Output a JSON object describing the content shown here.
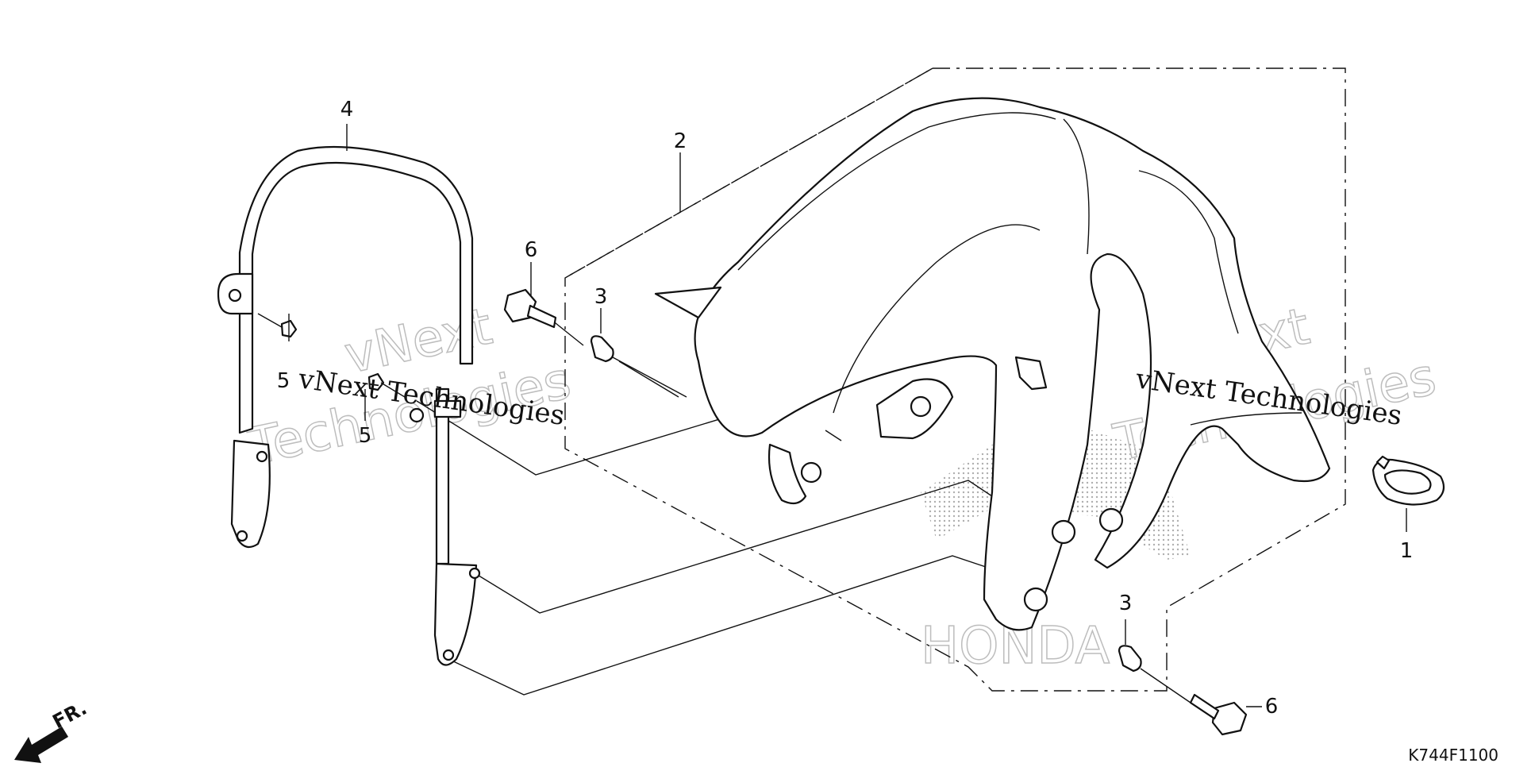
{
  "diagram": {
    "callouts": [
      {
        "id": "c4",
        "label": "4"
      },
      {
        "id": "c2",
        "label": "2"
      },
      {
        "id": "c6a",
        "label": "6"
      },
      {
        "id": "c3a",
        "label": "3"
      },
      {
        "id": "c5a",
        "label": "5"
      },
      {
        "id": "c5b",
        "label": "5"
      },
      {
        "id": "c1",
        "label": "1"
      },
      {
        "id": "c3b",
        "label": "3"
      },
      {
        "id": "c6b",
        "label": "6"
      }
    ],
    "diagram_code": "K744F1100",
    "direction_label": "FR.",
    "watermark": {
      "line_text": "vNext Technologies",
      "outline_top": "vNext",
      "outline_bottom": "Technologies",
      "brand_mark": "HONDA"
    }
  }
}
